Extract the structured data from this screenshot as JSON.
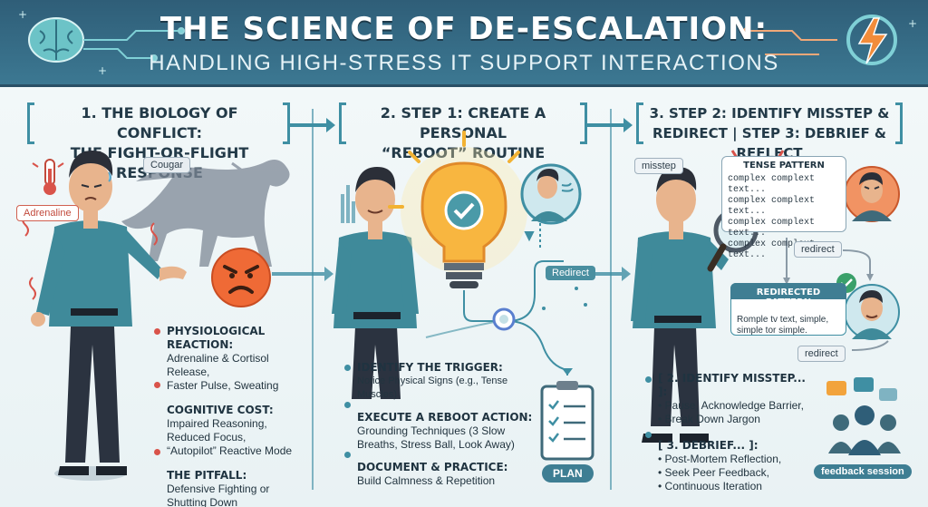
{
  "header": {
    "title": "THE SCIENCE OF DE-ESCALATION:",
    "subtitle": "HANDLING HIGH-STRESS IT SUPPORT INTERACTIONS"
  },
  "section1": {
    "heading_line1": "1. THE BIOLOGY OF CONFLICT:",
    "heading_line2": "THE FIGHT-OR-FLIGHT RESPONSE",
    "cougar_tag": "Cougar",
    "adrenaline_tag": "Adrenaline",
    "items": [
      {
        "title": "PHYSIOLOGICAL REACTION:",
        "lines": [
          "Adrenaline & Cortisol Release,",
          "Faster Pulse, Sweating"
        ]
      },
      {
        "title": "COGNITIVE COST:",
        "lines": [
          "Impaired Reasoning,",
          "Reduced Focus,",
          "“Autopilot” Reactive Mode"
        ]
      },
      {
        "title": "THE PITFALL:",
        "lines": [
          "Defensive Fighting or",
          "Shutting Down"
        ]
      }
    ]
  },
  "section2": {
    "heading_line1": "2. STEP 1: CREATE A PERSONAL",
    "heading_line2": "“REBOOT” ROUTINE",
    "redirect_tag": "Redirect",
    "plan_tag": "PLAN",
    "items": [
      {
        "title": "IDENTIFY THE TRIGGER:",
        "lines": [
          "Notice Physical Signs (e.g., Tense Muscles)"
        ]
      },
      {
        "title": "EXECUTE A REBOOT ACTION:",
        "lines": [
          "Grounding Techniques (3 Slow",
          "Breaths, Stress Ball, Look Away)"
        ]
      },
      {
        "title": "DOCUMENT & PRACTICE:",
        "lines": [
          "Build Calmness & Repetition"
        ]
      }
    ]
  },
  "section3": {
    "heading_line1": "3. STEP 2: IDENTIFY MISSTEP &",
    "heading_line2": "REDIRECT | STEP 3: DEBRIEF & REFLECT",
    "misstep_tag": "misstep",
    "tense_title": "TENSE PATTERN",
    "tense_lines": [
      "complex complext text...",
      "complex complext text...",
      "complex complext text...",
      "complex complext text..."
    ],
    "redirect_tag1": "redirect",
    "redirected_title": "REDIRECTED PATTERN",
    "redirected_lines": [
      "Romple tv text, simple,",
      "simple tor simple."
    ],
    "redirect_tag2": "redirect",
    "block1_title": "[ 2. IDENTIFY MISSTEP... ]:",
    "block1_lines": [
      "• Pause, Acknowledge Barrier,",
      "• Break Down Jargon"
    ],
    "block2_title": "[ 3. DEBRIEF... ]:",
    "block2_lines": [
      "• Post-Mortem Reflection,",
      "• Seek Peer Feedback,",
      "• Continuous Iteration"
    ],
    "feedback_tag": "feedback session"
  },
  "colors": {
    "header": "#2f5e78",
    "accent": "#3f8fa3",
    "alert": "#c24a3c",
    "shirt": "#3f8a9a"
  }
}
